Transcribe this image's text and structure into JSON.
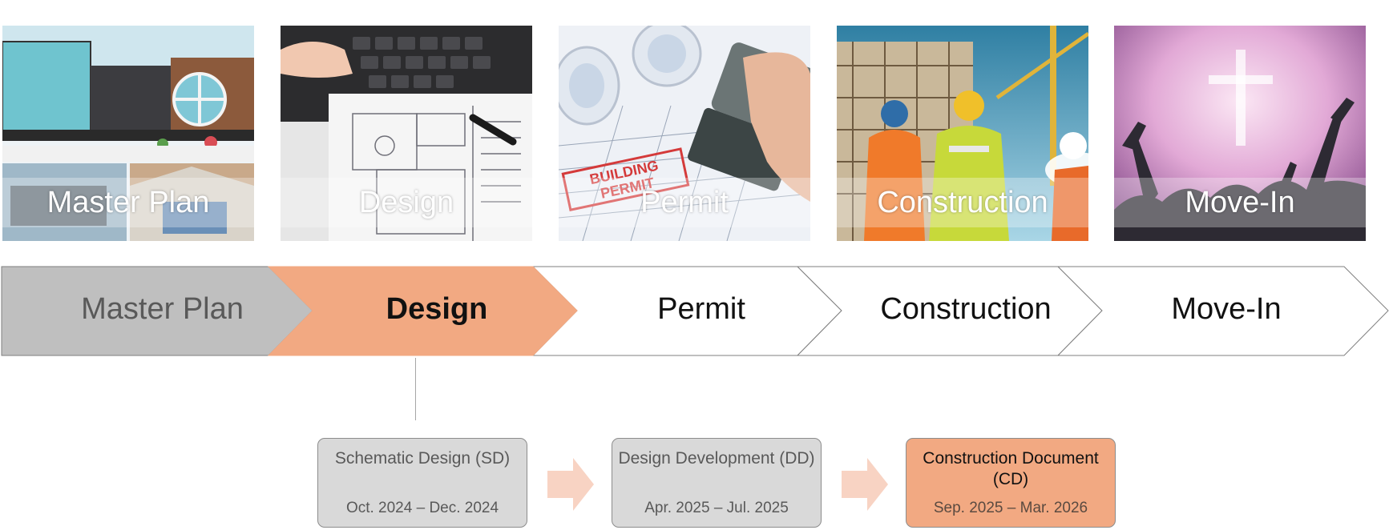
{
  "photos": [
    {
      "label": "Master Plan",
      "picture": "church-building-rendering"
    },
    {
      "label": "Design",
      "picture": "laptop-and-floor-plan"
    },
    {
      "label": "Permit",
      "picture": "building-permit-stamp"
    },
    {
      "label": "Construction",
      "picture": "construction-workers-scaffolding"
    },
    {
      "label": "Move-In",
      "picture": "worship-hands-raised"
    }
  ],
  "stages": [
    {
      "label": "Master Plan",
      "state": "completed",
      "fill": "#bfbfbf",
      "text_color": "#595959"
    },
    {
      "label": "Design",
      "state": "current",
      "fill": "#f2a982",
      "text_color": "#111111"
    },
    {
      "label": "Permit",
      "state": "upcoming",
      "fill": "#ffffff",
      "text_color": "#111111"
    },
    {
      "label": "Construction",
      "state": "upcoming",
      "fill": "#ffffff",
      "text_color": "#111111"
    },
    {
      "label": "Move-In",
      "state": "upcoming",
      "fill": "#ffffff",
      "text_color": "#111111"
    }
  ],
  "design_phases": [
    {
      "title": "Schematic Design (SD)",
      "dates": "Oct. 2024 – Dec. 2024",
      "state": "completed"
    },
    {
      "title": "Design Development (DD)",
      "dates": "Apr. 2025 – Jul. 2025",
      "state": "completed"
    },
    {
      "title": "Construction Document (CD)",
      "dates": "Sep. 2025 – Mar. 2026",
      "state": "current"
    }
  ],
  "colors": {
    "accent": "#f2a982",
    "completed": "#bfbfbf",
    "arrow": "#f8d3c3",
    "outline": "#7f7f7f"
  }
}
